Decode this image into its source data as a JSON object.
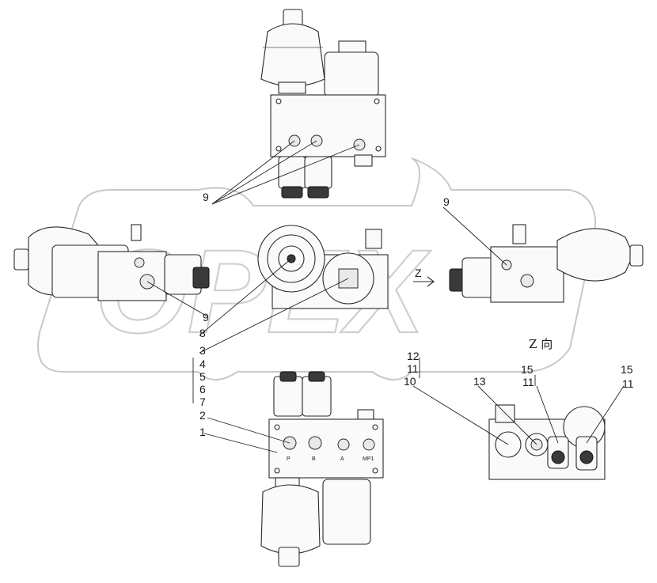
{
  "watermark": {
    "text": "OPEX"
  },
  "view_label": {
    "text": "Z 向"
  },
  "arrow_label": {
    "text": "Z"
  },
  "callouts": {
    "c9_top": "9",
    "c9_right": "9",
    "c9_left": "9",
    "c8": "8",
    "c3": "3",
    "c4": "4",
    "c5": "5",
    "c6": "6",
    "c7": "7",
    "c2": "2",
    "c1": "1",
    "c12": "12",
    "c11a": "11",
    "c10": "10",
    "c13": "13",
    "c15a": "15",
    "c11b": "11",
    "c15b": "15",
    "c11c": "11"
  },
  "port_labels": {
    "p1": "P",
    "p2": "B",
    "p3": "A",
    "p4": "MP1"
  },
  "colors": {
    "line": "#2a2a2a",
    "watermark": "#cfcfcf",
    "background": "#ffffff"
  }
}
